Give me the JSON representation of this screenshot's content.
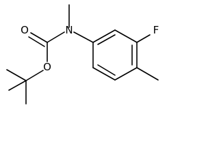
{
  "molecule": {
    "atoms": {
      "carbonyl_oxygen": "O",
      "ester_oxygen": "O",
      "nitrogen": "N",
      "fluorine": "F"
    }
  }
}
